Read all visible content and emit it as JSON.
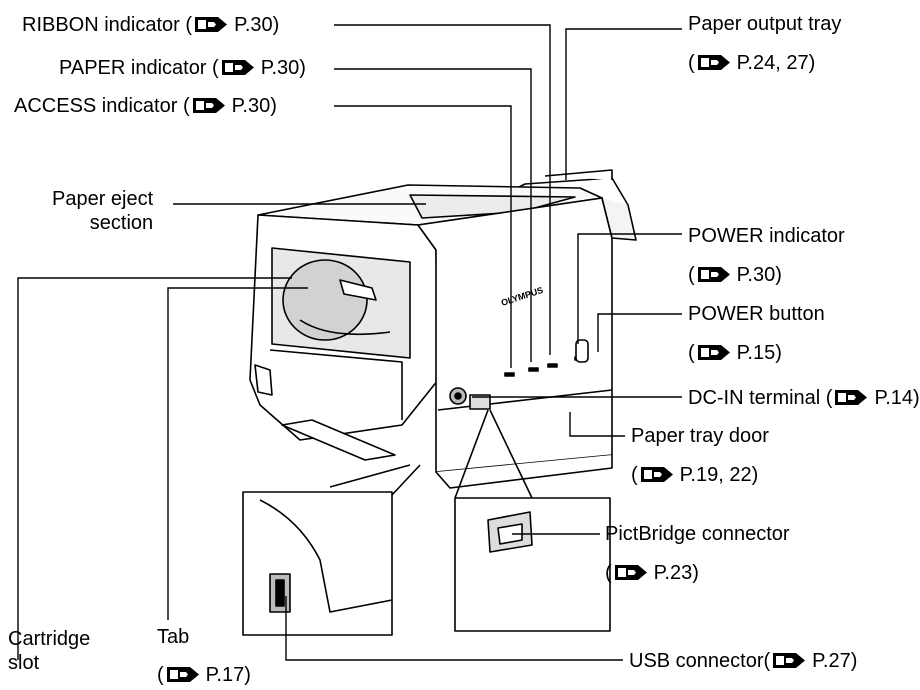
{
  "device": {
    "logo_text": "OLYMPUS"
  },
  "labels": {
    "ribbon_indicator": {
      "name": "RIBBON indicator (",
      "ref": "P.30)"
    },
    "paper_indicator": {
      "name": "PAPER indicator (",
      "ref": "P.30)"
    },
    "access_indicator": {
      "name": "ACCESS indicator (",
      "ref": "P.30)"
    },
    "paper_output_tray": {
      "name": "Paper output tray",
      "open": "(",
      "ref": "P.24, 27)"
    },
    "paper_eject_section": {
      "line1": "Paper eject",
      "line2": "section"
    },
    "power_indicator": {
      "name": "POWER indicator",
      "open": "(",
      "ref": "P.30)"
    },
    "power_button": {
      "name": "POWER button",
      "open": "(",
      "ref": "P.15)"
    },
    "dc_in_terminal": {
      "name": "DC-IN terminal (",
      "ref": "P.14)"
    },
    "paper_tray_door": {
      "name": "Paper tray door",
      "open": "(",
      "ref": "P.19, 22)"
    },
    "pictbridge_connector": {
      "name": "PictBridge connector",
      "open": "(",
      "ref": "P.23)"
    },
    "usb_connector": {
      "name": "USB connector(",
      "ref": "P.27)"
    },
    "cartridge_slot": {
      "line1": "Cartridge",
      "line2": "slot"
    },
    "tab": {
      "name": "Tab",
      "open": "(",
      "ref": "P.17)"
    }
  }
}
